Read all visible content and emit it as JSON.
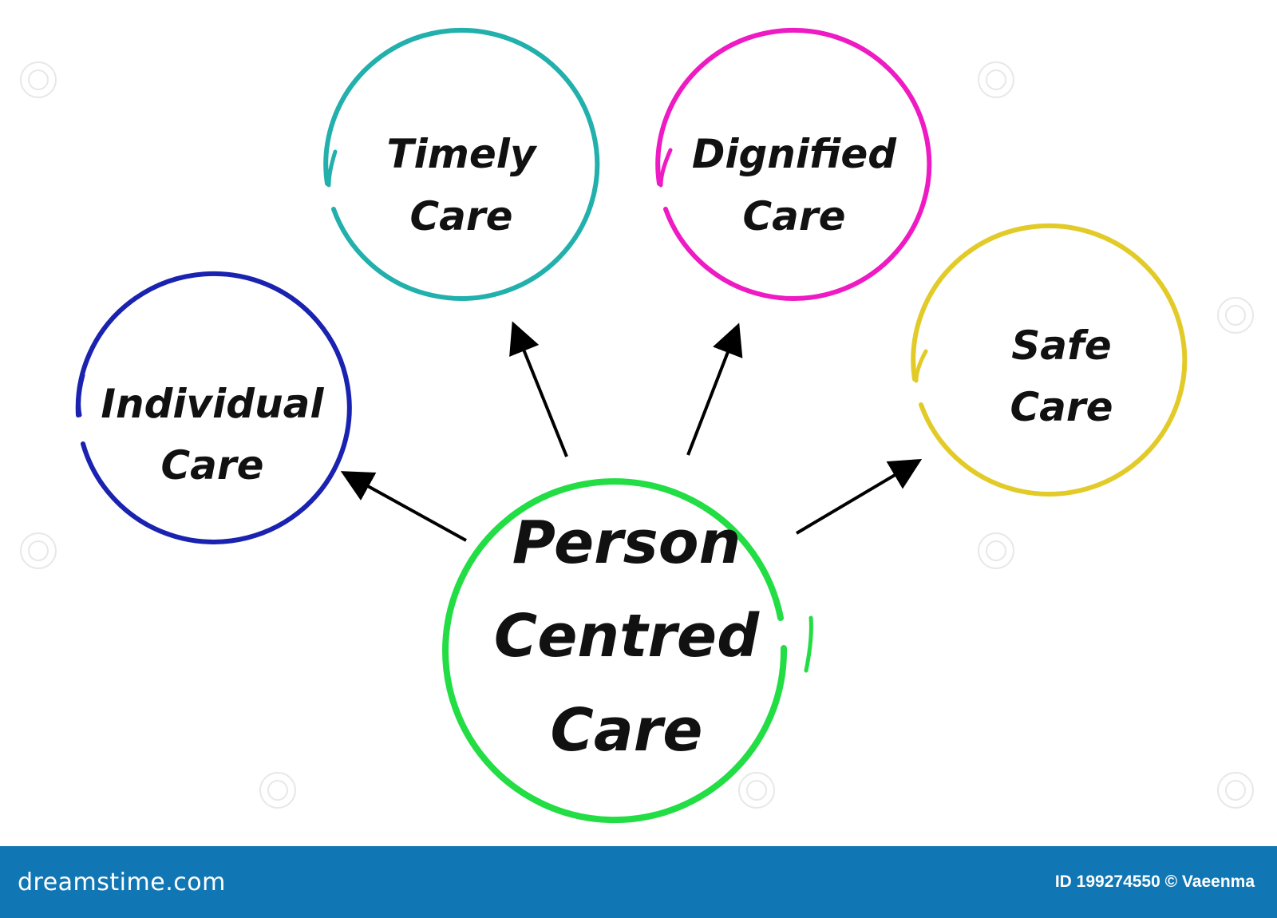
{
  "diagram": {
    "center": {
      "line1": "Person",
      "line2": "Centred",
      "line3": "Care",
      "color": "#22dd44"
    },
    "nodes": [
      {
        "id": "individual",
        "line1": "Individual",
        "line2": "Care",
        "color": "#1a22b0"
      },
      {
        "id": "timely",
        "line1": "Timely",
        "line2": "Care",
        "color": "#22b0ac"
      },
      {
        "id": "dignified",
        "line1": "Dignified",
        "line2": "Care",
        "color": "#ee1ac4"
      },
      {
        "id": "safe",
        "line1": "Safe",
        "line2": "Care",
        "color": "#e2cb28"
      }
    ],
    "arrow_color": "#000000"
  },
  "footer": {
    "brand": "dreamstime.com",
    "credit": "ID 199274550 © Vaeenma",
    "background": "#1177b4"
  }
}
